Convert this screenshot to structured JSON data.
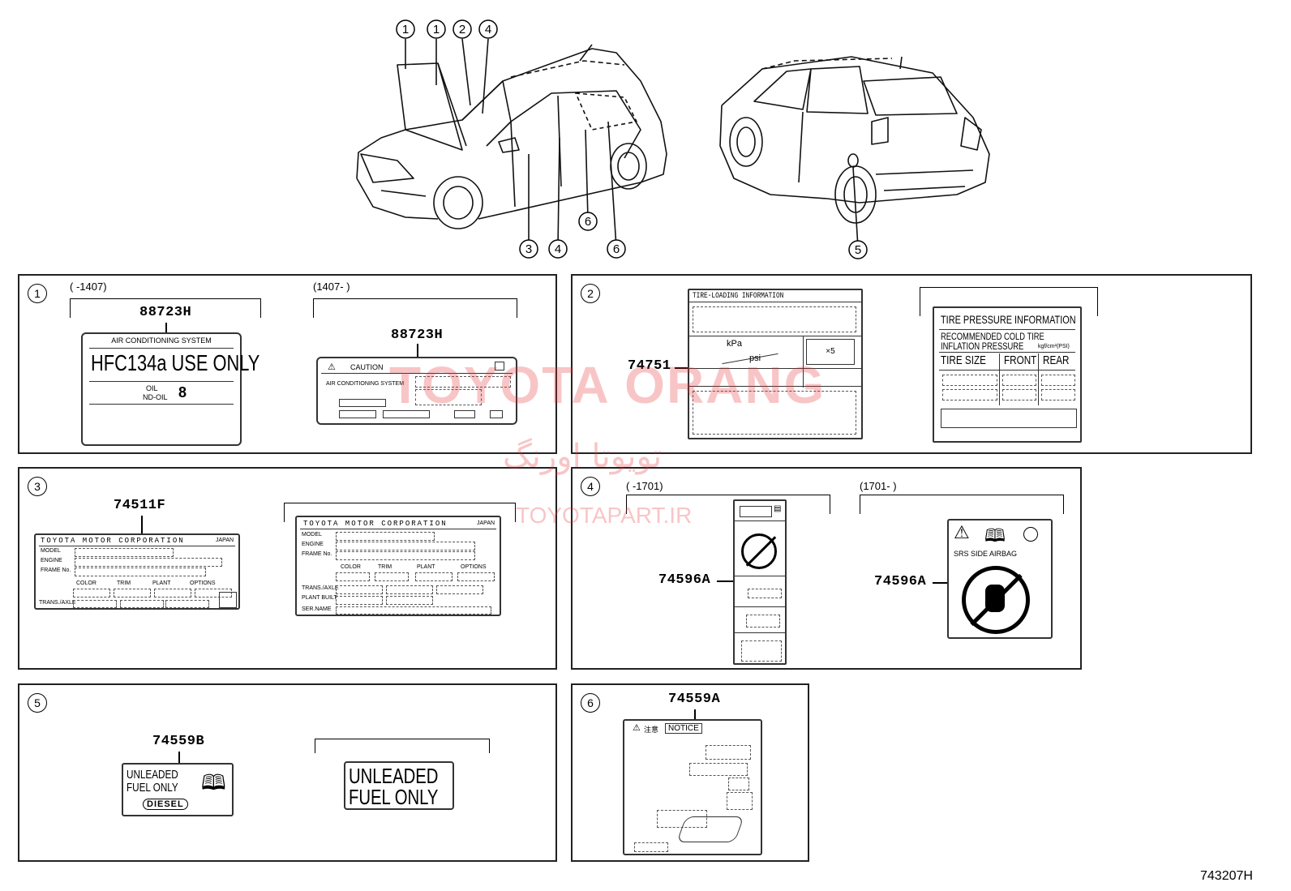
{
  "diagram": {
    "drawing_number": "743207H",
    "car_callouts_front": [
      "1",
      "1",
      "2",
      "4",
      "3",
      "4",
      "6",
      "6"
    ],
    "car_callouts_rear": [
      "5"
    ]
  },
  "watermark": {
    "brand": "TOYOTA ORANG",
    "persian": "تویوتا اورنگ",
    "site": "TOYOTAPART.IR"
  },
  "panel1": {
    "num": "1",
    "range_a": "(      -1407)",
    "range_b": "(1407-       )",
    "part_a": "88723H",
    "part_b": "88723H",
    "label_a": {
      "header": "AIR CONDITIONING SYSTEM",
      "big": "HFC134a USE ONLY",
      "oil": "OIL",
      "ndoil": "ND-OIL",
      "ndnum": "8"
    },
    "label_b": {
      "caution": "CAUTION",
      "text": "AIR CONDITIONING SYSTEM"
    }
  },
  "panel2": {
    "num": "2",
    "part": "74751",
    "loading": {
      "title": "TIRE-LOADING  INFORMATION",
      "kpa": "kPa",
      "psi": "psi",
      "x5": "×5"
    },
    "pressure": {
      "title": "TIRE PRESSURE INFORMATION",
      "line1": "RECOMMENDED COLD TIRE",
      "line2": "INFLATION PRESSURE",
      "unit": "kgf/cm²(PSI)",
      "col1": "TIRE SIZE",
      "col2": "FRONT",
      "col3": "REAR"
    }
  },
  "panel3": {
    "num": "3",
    "part": "74511F",
    "plate": {
      "company": "TOYOTA MOTOR CORPORATION",
      "country": "JAPAN",
      "model": "MODEL",
      "engine": "ENGINE",
      "frame": "FRAME No.",
      "color": "COLOR",
      "trim": "TRIM",
      "plant": "PLANT",
      "options": "OPTIONS",
      "trans": "TRANS./AXLE",
      "plant2": "PLANT BUILT",
      "serial": "SER.NAME"
    }
  },
  "panel4": {
    "num": "4",
    "range_a": "(      -1701)",
    "range_b": "(1701-       )",
    "part_a": "74596A",
    "part_b": "74596A",
    "srs": "SRS  SIDE  AIRBAG"
  },
  "panel5": {
    "num": "5",
    "part": "74559B",
    "label_a": {
      "line1": "UNLEADED",
      "line2": "FUEL ONLY",
      "diesel": "DIESEL"
    },
    "label_b": {
      "line1": "UNLEADED",
      "line2": "FUEL ONLY"
    }
  },
  "panel6": {
    "num": "6",
    "part": "74559A",
    "notice": "NOTICE",
    "notice_jp": "注意"
  }
}
